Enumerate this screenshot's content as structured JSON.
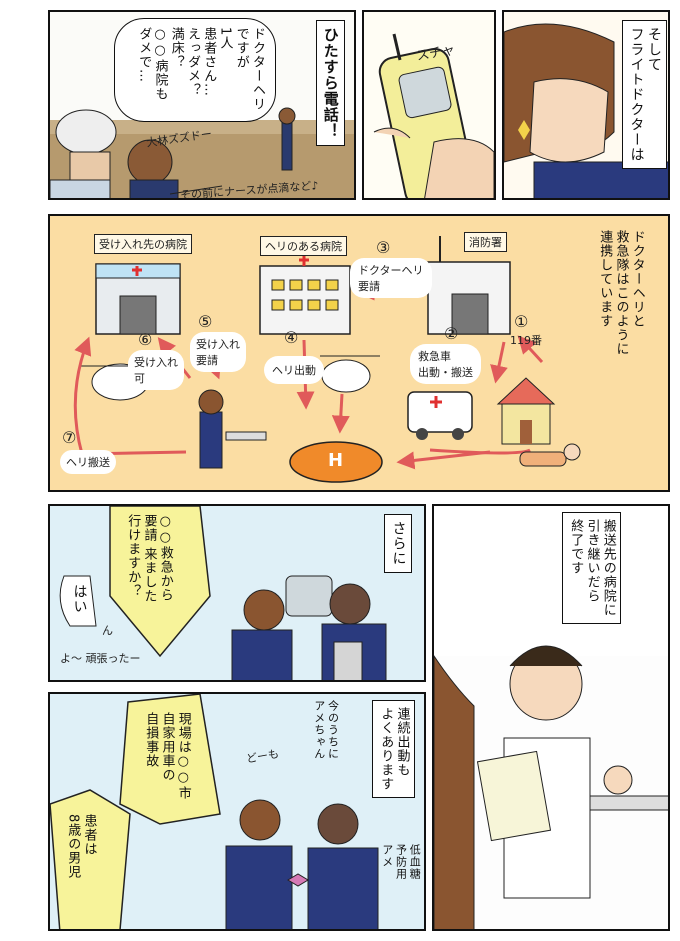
{
  "panel1": {
    "caption_calls": "ひたすら電話！",
    "speech": "ドクターヘリ\nですが\n1人\n患者さん…\nえっダメ？\n満床？\n○○病院も\nダメで…",
    "note_kata": "大林ズズドー",
    "note_bottom": "その前にナースが点滴など♪"
  },
  "panel2": {
    "sfx": "スチャ"
  },
  "panel3": {
    "caption": "そして\nフライトドクターは"
  },
  "diagram": {
    "caption": "ドクターヘリと\n救急隊はこのように\n連携しています",
    "hospital_dest_label": "受け入れ先の病院",
    "hospital_heli_label": "ヘリのある病院",
    "fire_station_label": "消防署",
    "steps": [
      {
        "num": "①",
        "label": "119番"
      },
      {
        "num": "②",
        "label": "救急車\n出動・搬送"
      },
      {
        "num": "③",
        "label": "ドクターヘリ\n要請"
      },
      {
        "num": "④",
        "label": "ヘリ出動"
      },
      {
        "num": "⑤",
        "label": "受け入れ\n要請"
      },
      {
        "num": "⑥",
        "label": "受け入れ\n可"
      },
      {
        "num": "⑦",
        "label": "ヘリ搬送"
      }
    ],
    "helipad_symbol": "H"
  },
  "panel5": {
    "caption": "さらに",
    "speech": "○○救急から\n要請 来ました\n行けますか？",
    "reply": "はい",
    "note": "ん",
    "note2": "よ〜 頑張ったー"
  },
  "panel6": {
    "caption": "搬送先の病院に\n引き継いだら\n終了です"
  },
  "panel7": {
    "caption": "連続出動も\nよくあります",
    "speech_scene": "現場は○○市\n自家用車の\n自損事故",
    "speech_patient": "患者は\n8歳の男児",
    "note_candy": "今のうちに\nアメちゃん",
    "note_domo": "どーも",
    "note_corner": "低血糖\n予防用\nアメ"
  }
}
